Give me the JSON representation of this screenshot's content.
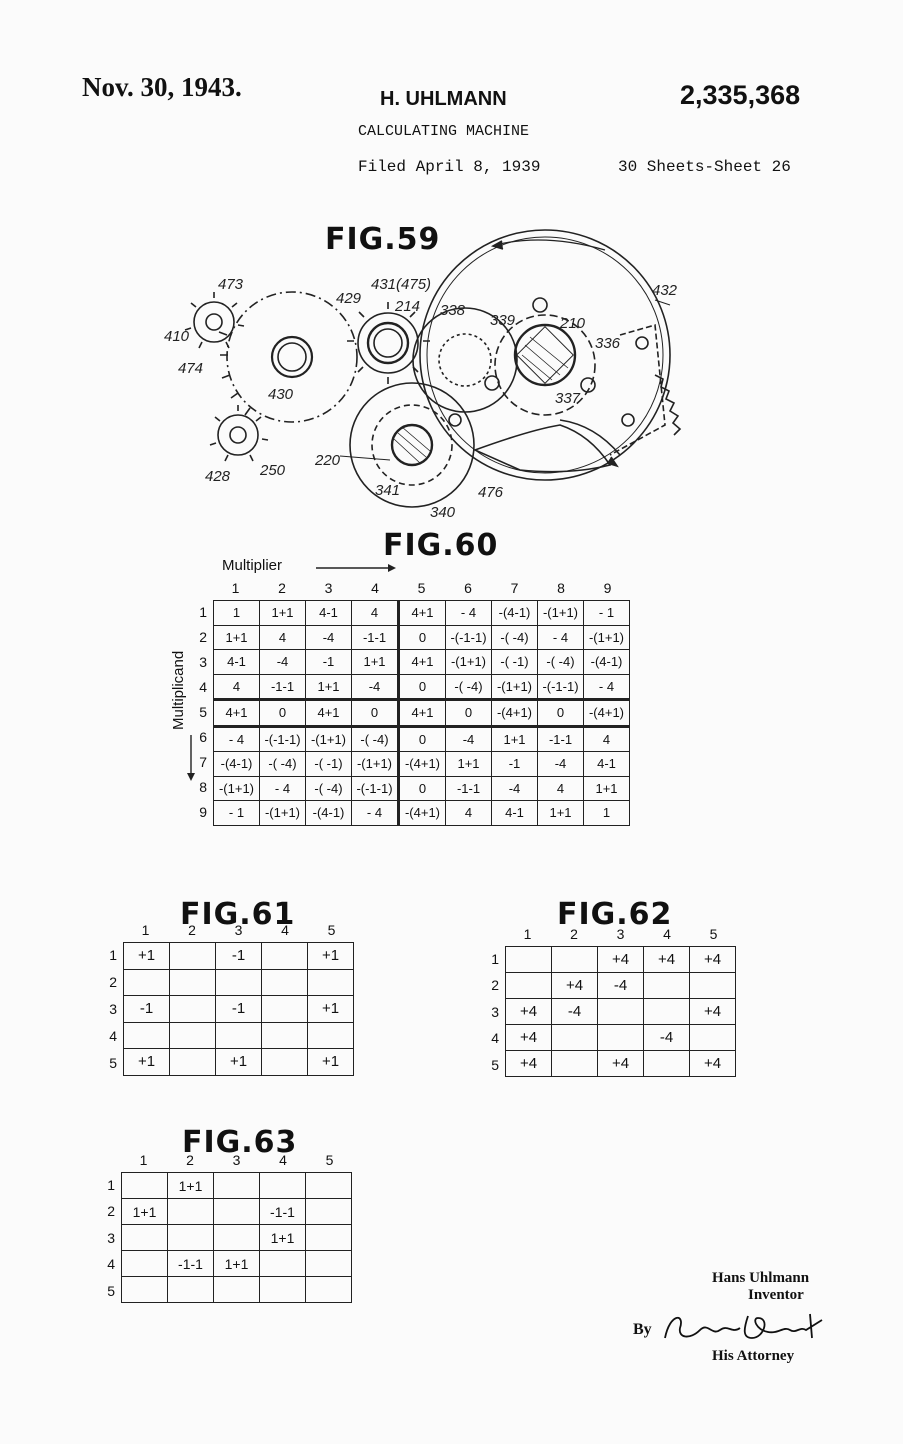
{
  "header": {
    "date": "Nov. 30, 1943.",
    "inventor": "H. UHLMANN",
    "patent_number": "2,335,368",
    "title": "CALCULATING MACHINE",
    "filed": "Filed April 8, 1939",
    "sheets": "30 Sheets-Sheet 26"
  },
  "fig59": {
    "label": "FIG.59",
    "refs": [
      "473",
      "410",
      "474",
      "430",
      "429",
      "431(475)",
      "214",
      "338",
      "339",
      "210",
      "336",
      "432",
      "337",
      "428",
      "250",
      "220",
      "341",
      "476",
      "340"
    ]
  },
  "fig60": {
    "label": "FIG.60",
    "col_axis": "Multiplier",
    "row_axis": "Multiplicand",
    "cols": [
      "1",
      "2",
      "3",
      "4",
      "5",
      "6",
      "7",
      "8",
      "9"
    ],
    "rows": [
      "1",
      "2",
      "3",
      "4",
      "5",
      "6",
      "7",
      "8",
      "9"
    ],
    "cells": [
      [
        "1",
        "1+1",
        "4-1",
        "4",
        "4+1",
        "- 4",
        "-(4-1)",
        "-(1+1)",
        "- 1"
      ],
      [
        "1+1",
        "4",
        "-4",
        "-1-1",
        "0",
        "-(-1-1)",
        "-( -4)",
        "- 4",
        "-(1+1)"
      ],
      [
        "4-1",
        "-4",
        "-1",
        "1+1",
        "4+1",
        "-(1+1)",
        "-( -1)",
        "-( -4)",
        "-(4-1)"
      ],
      [
        "4",
        "-1-1",
        "1+1",
        "-4",
        "0",
        "-( -4)",
        "-(1+1)",
        "-(-1-1)",
        "- 4"
      ],
      [
        "4+1",
        "0",
        "4+1",
        "0",
        "4+1",
        "0",
        "-(4+1)",
        "0",
        "-(4+1)"
      ],
      [
        "- 4",
        "-(-1-1)",
        "-(1+1)",
        "-( -4)",
        "0",
        "-4",
        "1+1",
        "-1-1",
        "4"
      ],
      [
        "-(4-1)",
        "-( -4)",
        "-( -1)",
        "-(1+1)",
        "-(4+1)",
        "1+1",
        "-1",
        "-4",
        "4-1"
      ],
      [
        "-(1+1)",
        "- 4",
        "-( -4)",
        "-(-1-1)",
        "0",
        "-1-1",
        "-4",
        "4",
        "1+1"
      ],
      [
        "- 1",
        "-(1+1)",
        "-(4-1)",
        "- 4",
        "-(4+1)",
        "4",
        "4-1",
        "1+1",
        "1"
      ]
    ]
  },
  "fig61": {
    "label": "FIG.61",
    "cols": [
      "1",
      "2",
      "3",
      "4",
      "5"
    ],
    "rows": [
      "1",
      "2",
      "3",
      "4",
      "5"
    ],
    "cells": [
      [
        "+1",
        "",
        "-1",
        "",
        "+1"
      ],
      [
        "",
        "",
        "",
        "",
        ""
      ],
      [
        "-1",
        "",
        "-1",
        "",
        "+1"
      ],
      [
        "",
        "",
        "",
        "",
        ""
      ],
      [
        "+1",
        "",
        "+1",
        "",
        "+1"
      ]
    ]
  },
  "fig62": {
    "label": "FIG.62",
    "cols": [
      "1",
      "2",
      "3",
      "4",
      "5"
    ],
    "rows": [
      "1",
      "2",
      "3",
      "4",
      "5"
    ],
    "cells": [
      [
        "",
        "",
        "+4",
        "+4",
        "+4"
      ],
      [
        "",
        "+4",
        "-4",
        "",
        ""
      ],
      [
        "+4",
        "-4",
        "",
        "",
        "+4"
      ],
      [
        "+4",
        "",
        "",
        "-4",
        ""
      ],
      [
        "+4",
        "",
        "+4",
        "",
        "+4"
      ]
    ]
  },
  "fig63": {
    "label": "FIG.63",
    "cols": [
      "1",
      "2",
      "3",
      "4",
      "5"
    ],
    "rows": [
      "1",
      "2",
      "3",
      "4",
      "5"
    ],
    "cells": [
      [
        "",
        "1+1",
        "",
        "",
        ""
      ],
      [
        "1+1",
        "",
        "",
        "-1-1",
        ""
      ],
      [
        "",
        "",
        "",
        "1+1",
        ""
      ],
      [
        "",
        "-1-1",
        "1+1",
        "",
        ""
      ],
      [
        "",
        "",
        "",
        "",
        ""
      ]
    ]
  },
  "signature": {
    "inventor_name": "Hans Uhlmann",
    "inventor_role": "Inventor",
    "by": "By",
    "attorney_signature": "Carl Beust",
    "attorney_role": "His Attorney"
  }
}
